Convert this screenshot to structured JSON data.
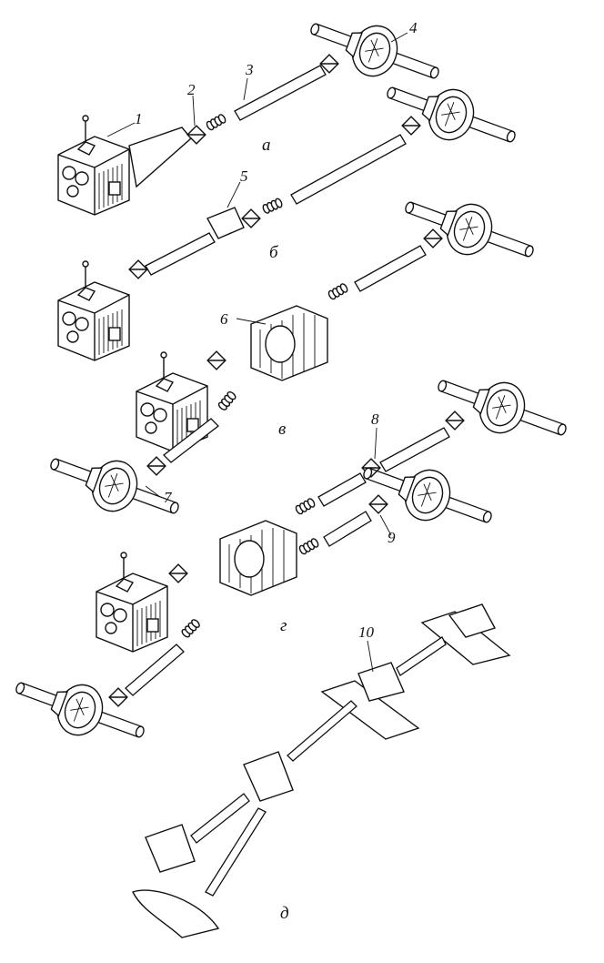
{
  "figure": {
    "labels": {
      "part_1": "1",
      "part_2": "2",
      "part_3": "3",
      "part_4": "4",
      "part_5": "5",
      "part_6": "6",
      "part_7": "7",
      "part_8": "8",
      "part_9": "9",
      "part_10": "10"
    },
    "variants": {
      "a": "а",
      "b": "б",
      "v": "в",
      "g": "г",
      "d": "д"
    }
  },
  "colors": {
    "ink": "#111111",
    "paper": "#ffffff"
  }
}
